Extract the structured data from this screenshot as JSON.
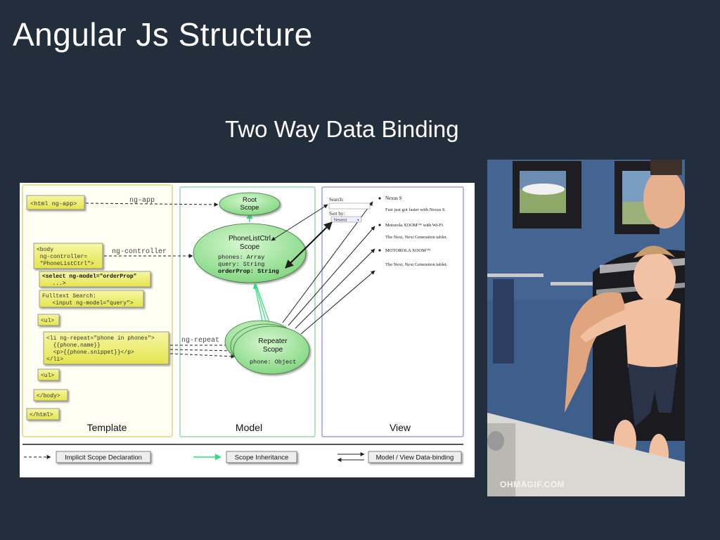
{
  "slide": {
    "title": "Angular Js Structure",
    "subtitle": "Two Way Data Binding"
  },
  "diagram": {
    "template_code": {
      "html_app": "<html ng-app>",
      "body_lines": [
        "<body",
        " ng-controller=",
        " \"PhoneListCtrl\">"
      ],
      "select_lines": [
        "<select ng-model=\"orderProp\"",
        "   ...>"
      ],
      "search_lines": [
        "Fulltext Search:",
        "   <input ng-model=\"query\">"
      ],
      "ul_open": "<ul>",
      "repeat_lines": [
        "<li ng-repeat=\"phone in phones\">",
        "  {{phone.name}}",
        "  <p>{{phone.snippet}}</p>",
        "</li>"
      ],
      "ul_close": "<ul>",
      "body_close": "</body>",
      "html_close": "</html>"
    },
    "directives": {
      "ng_app": "ng-app",
      "ng_controller": "ng-controller",
      "ng_repeat": "ng-repeat"
    },
    "scopes": {
      "root": [
        "Root",
        "Scope"
      ],
      "ctrl": [
        "PhoneListCtrl",
        "Scope"
      ],
      "ctrl_props": [
        "phones: Array",
        "query: String",
        "orderProp: String"
      ],
      "repeater": [
        "Repeater",
        "Scope"
      ],
      "repeater_props": "phone: Object"
    },
    "view": {
      "search_label": "Search:",
      "sort_label": "Sort by:",
      "sort_value": "Newest",
      "phones": [
        {
          "name": "Nexus S",
          "snippet": "Fast just got faster with Nexus S."
        },
        {
          "name": "Motorola XOOM™ with Wi-Fi",
          "snippet": "The Next, Next Generation tablet."
        },
        {
          "name": "MOTOROLA XOOM™",
          "snippet": "The Next, Next Generation tablet."
        }
      ]
    },
    "column_labels": {
      "template": "Template",
      "model": "Model",
      "view": "View"
    },
    "legend": {
      "implicit": "Implicit Scope Declaration",
      "inheritance": "Scope Inheritance",
      "binding": "Model / View Data-binding"
    },
    "colors": {
      "template_border": "#e6e29a",
      "model_border": "#8fdca9",
      "view_border": "#9d9de0",
      "code_box": "#eeee5e",
      "scope_fill": "#9be29b",
      "inheritance_arrow": "#2fe07a"
    }
  },
  "photo": {
    "watermark": "OHMAGIF.COM"
  }
}
